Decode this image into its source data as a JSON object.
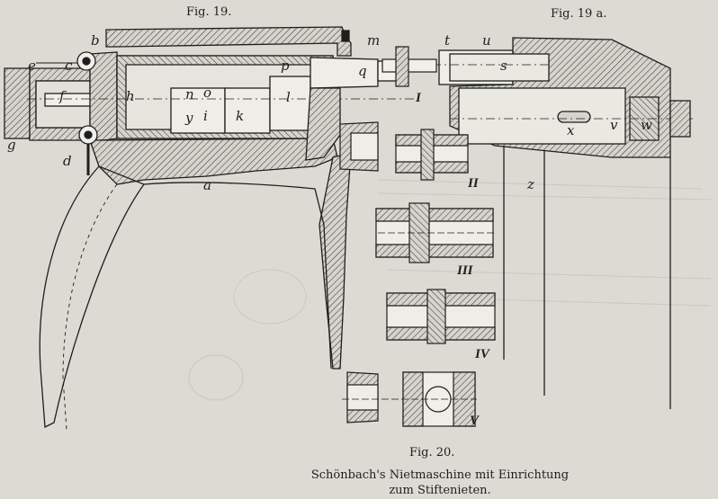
{
  "figures": {
    "fig19": "Fig. 19.",
    "fig19a": "Fig. 19 a.",
    "fig20": "Fig. 20."
  },
  "caption": {
    "line1": "Schönbach's Nietmaschine mit Einrichtung",
    "line2": "zum Stiftenieten."
  },
  "letters": {
    "a": "a",
    "b": "b",
    "c": "c",
    "d": "d",
    "e": "e",
    "f": "f",
    "g": "g",
    "h": "h",
    "i": "i",
    "k": "k",
    "l": "l",
    "m": "m",
    "n": "n",
    "o": "o",
    "p": "p",
    "q": "q",
    "s": "s",
    "t": "t",
    "u": "u",
    "v": "v",
    "w": "w",
    "x": "x",
    "y": "y",
    "z": "z"
  },
  "stages": [
    "I",
    "II",
    "III",
    "IV",
    "V"
  ]
}
